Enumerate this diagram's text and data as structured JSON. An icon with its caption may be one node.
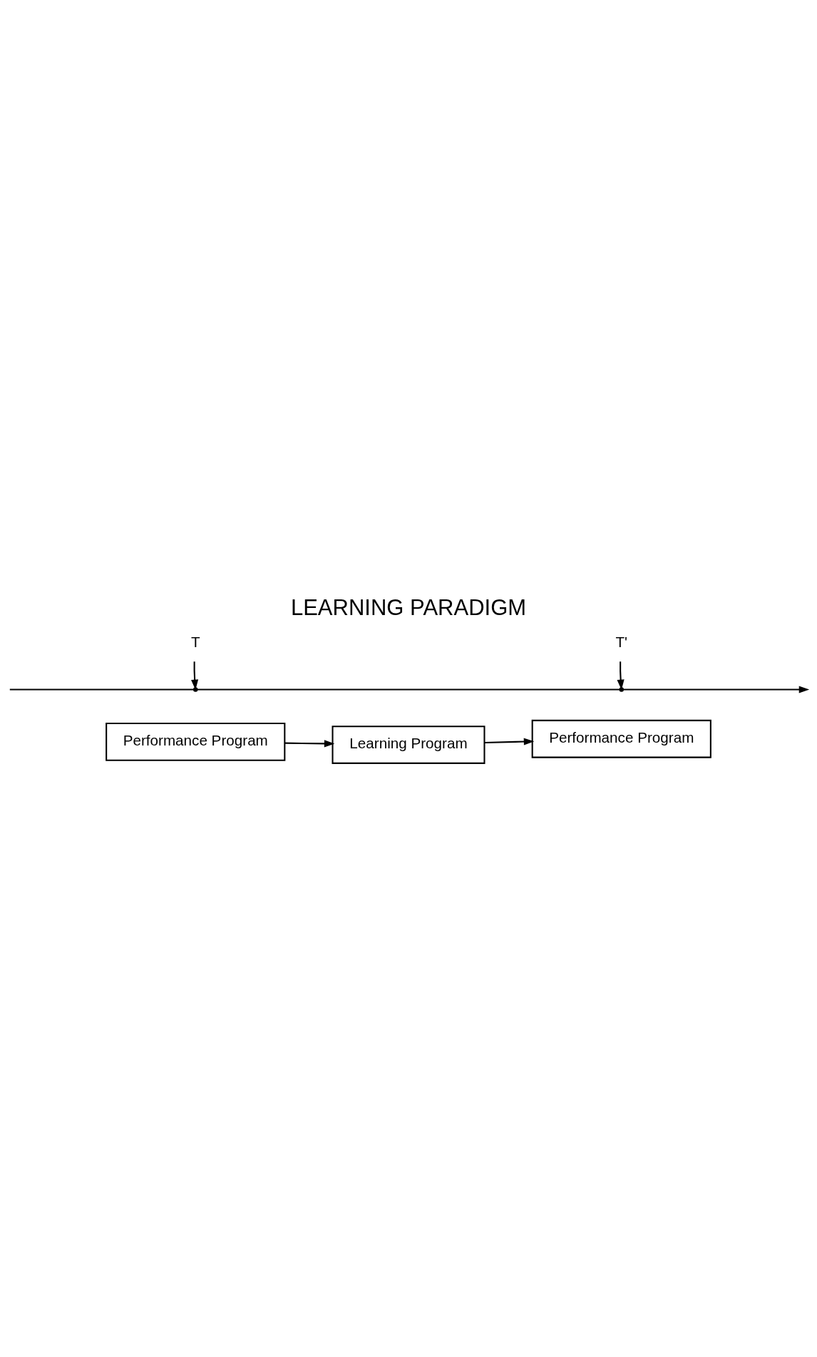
{
  "diagram": {
    "title": "LEARNING PARADIGM",
    "nodes": [
      {
        "text": [
          "Performance Program"
        ]
      },
      {
        "text": [
          "Learning Program"
        ]
      },
      {
        "text": [
          "Performance Program"
        ]
      },
      {
        "text": [
          "T"
        ]
      },
      {
        "text": [
          "T'"
        ]
      }
    ],
    "edges": [
      {
        "from": 0,
        "to": 1,
        "arrow": "to"
      },
      {
        "from": 1,
        "to": 2,
        "arrow": "to"
      },
      {
        "from": 3,
        "to": null,
        "arrow": "to"
      },
      {
        "from": 4,
        "to": null,
        "arrow": "to"
      }
    ]
  }
}
